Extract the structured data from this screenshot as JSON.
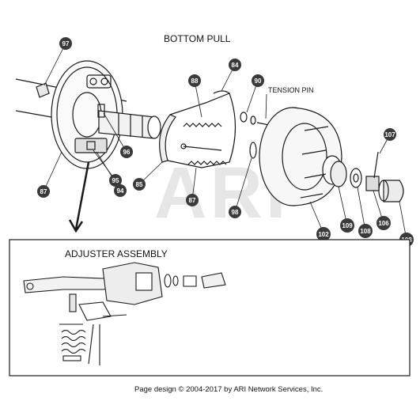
{
  "diagram": {
    "title": "BOTTOM PULL",
    "tension_pin_label": "TENSION PIN",
    "inset_title": "ADJUSTER ASSEMBLY",
    "footer": "Page design © 2004-2017 by ARI Network Services, Inc.",
    "watermark": "ARI",
    "callouts": [
      "97",
      "84",
      "88",
      "90",
      "96",
      "107",
      "95",
      "94",
      "85",
      "87",
      "87",
      "98",
      "102",
      "109",
      "108",
      "106",
      "108"
    ],
    "colors": {
      "line": "#1a1a1a",
      "callout_fill": "#3a3a3a",
      "watermark": "#e6e6e6"
    }
  }
}
